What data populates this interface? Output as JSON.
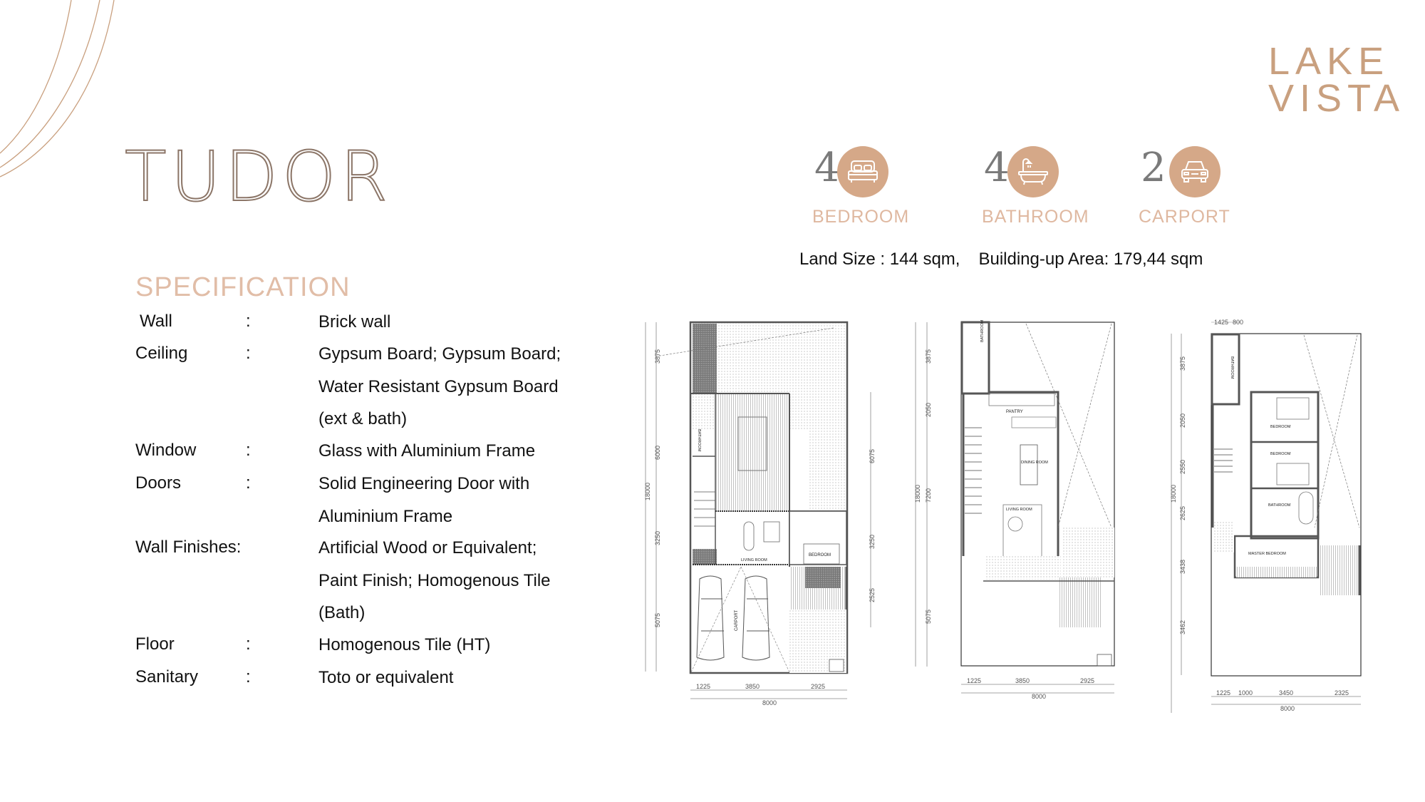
{
  "brand": {
    "logo_line1": "LAKE",
    "logo_line2": "VISTA"
  },
  "title": "TUDOR",
  "stats": [
    {
      "count": "4",
      "label": "BEDROOM",
      "icon": "bed-icon"
    },
    {
      "count": "4",
      "label": "BATHROOM",
      "icon": "bathtub-icon"
    },
    {
      "count": "2",
      "label": "CARPORT",
      "icon": "car-icon"
    }
  ],
  "area": {
    "land": "Land Size : 144 sqm,",
    "building": "Building-up Area: 179,44 sqm"
  },
  "specification": {
    "heading": "SPECIFICATION",
    "rows": [
      {
        "key": "Wall",
        "sep": ":",
        "lines": [
          "Brick wall"
        ]
      },
      {
        "key": "Ceiling",
        "sep": ":",
        "lines": [
          "Gypsum Board; Gypsum Board;",
          "Water Resistant Gypsum Board",
          "(ext & bath)"
        ]
      },
      {
        "key": "Window",
        "sep": ":",
        "lines": [
          "Glass with Aluminium Frame"
        ]
      },
      {
        "key": "Doors",
        "sep": ":",
        "lines": [
          "Solid Engineering Door with",
          "Aluminium Frame"
        ]
      },
      {
        "key": "Wall Finishes:",
        "sep": "",
        "lines": [
          "Artificial Wood or Equivalent;",
          "Paint Finish; Homogenous Tile",
          "(Bath)"
        ]
      },
      {
        "key": "Floor",
        "sep": ":",
        "lines": [
          "Homogenous Tile (HT)"
        ]
      },
      {
        "key": "Sanitary",
        "sep": ":",
        "lines": [
          "Toto or equivalent"
        ]
      }
    ]
  },
  "floor_plans": [
    {
      "name": "ground-floor",
      "rooms": [
        "BATHROOM",
        "LIVING ROOM",
        "BEDROOM",
        "CARPORT"
      ],
      "left_dims": [
        "3875",
        "6000",
        "3250",
        "5075"
      ],
      "right_dims": [
        "6075",
        "3250",
        "2525"
      ],
      "total_depth": "18000",
      "bottom_dims": [
        "1225",
        "3850",
        "2925"
      ],
      "total_width": "8000"
    },
    {
      "name": "first-floor",
      "rooms": [
        "BATHROOM",
        "PANTRY",
        "DINING ROOM",
        "LIVING ROOM"
      ],
      "left_dims": [
        "3875",
        "2050",
        "7200",
        "5075"
      ],
      "total_depth": "18000",
      "bottom_dims": [
        "1225",
        "3850",
        "2925"
      ],
      "total_width": "8000"
    },
    {
      "name": "second-floor",
      "rooms": [
        "BATHROOM",
        "BEDROOM",
        "BEDROOM",
        "BATHROOM",
        "MASTER BEDROOM"
      ],
      "top_dims": [
        "1425",
        "800"
      ],
      "left_dims": [
        "3875",
        "2050",
        "2550",
        "2625",
        "3438",
        "3462"
      ],
      "total_depth": "18000",
      "bottom_dims": [
        "1225",
        "1000",
        "3450",
        "2325"
      ],
      "total_width": "8000"
    }
  ],
  "colors": {
    "accent": "#d5a888",
    "title": "#8c7668",
    "label": "#dfb8a0",
    "logo": "#c9a07f"
  }
}
